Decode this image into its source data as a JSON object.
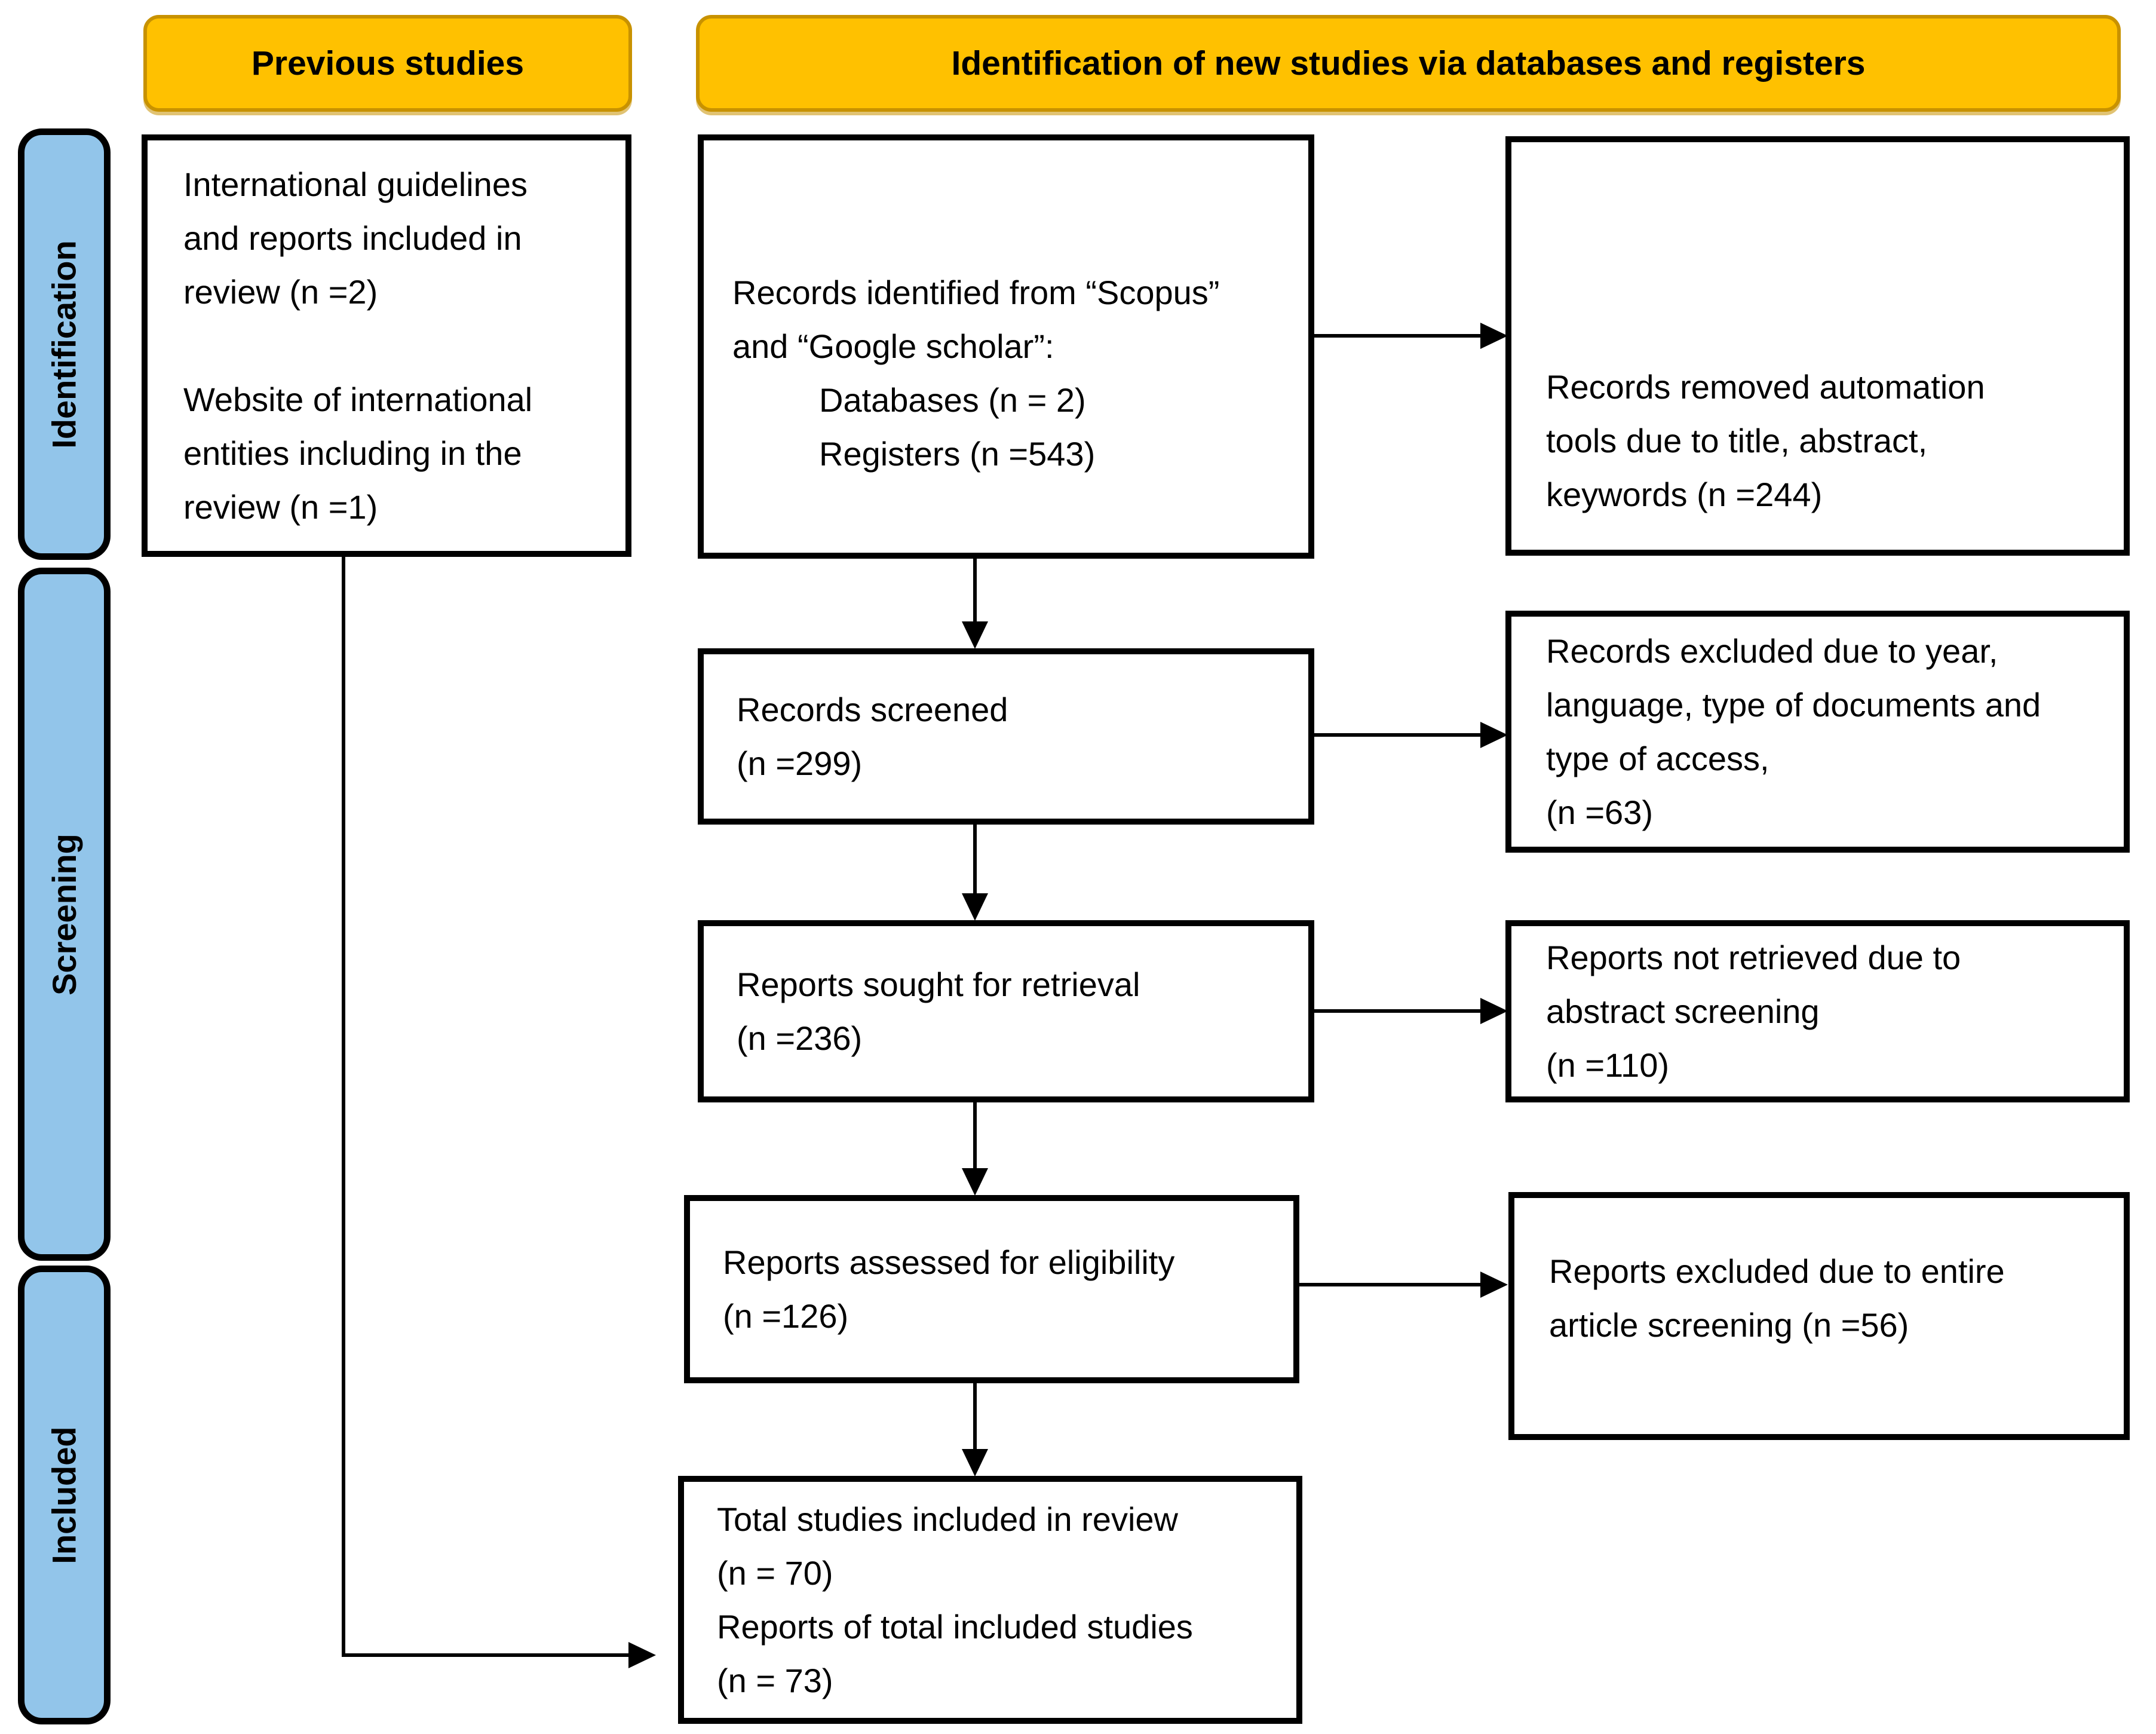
{
  "headers": {
    "previous": "Previous studies",
    "new_studies": "Identification of new studies via databases and registers"
  },
  "stages": {
    "identification": "Identification",
    "screening": "Screening",
    "included": "Included"
  },
  "boxes": {
    "prior_sources": {
      "lines": [
        "International guidelines",
        "and reports included in",
        "review (n =2)",
        "",
        "Website of international",
        "entities including in the",
        "review (n =1)"
      ]
    },
    "records_identified": {
      "lines": [
        "Records identified from “Scopus”",
        "and “Google scholar”:",
        "Databases (n = 2)",
        "Registers (n =543)"
      ]
    },
    "records_removed": {
      "lines": [
        "Records removed automation",
        "tools due to title, abstract,",
        "keywords (n =244)"
      ]
    },
    "records_screened": {
      "lines": [
        "Records screened",
        "(n =299)"
      ]
    },
    "records_excluded": {
      "lines": [
        "Records excluded due to year,",
        "language, type of documents and",
        "type of access,",
        "(n =63)"
      ]
    },
    "reports_sought": {
      "lines": [
        "Reports sought for retrieval",
        "(n =236)"
      ]
    },
    "reports_not_retrieved": {
      "lines": [
        "Reports not retrieved due to",
        "abstract screening",
        "(n =110)"
      ]
    },
    "reports_assessed": {
      "lines": [
        "Reports assessed for eligibility",
        "(n =126)"
      ]
    },
    "reports_excluded": {
      "lines": [
        "Reports excluded due to entire",
        "article screening (n =56)"
      ]
    },
    "total_included": {
      "lines": [
        "Total studies included in review",
        "(n = 70)",
        "Reports of total included studies",
        "(n = 73)"
      ]
    }
  },
  "colors": {
    "header_fill": "#FFC100",
    "header_border": "#C89200",
    "stage_fill": "#92C5EA",
    "line_color": "#000000"
  }
}
